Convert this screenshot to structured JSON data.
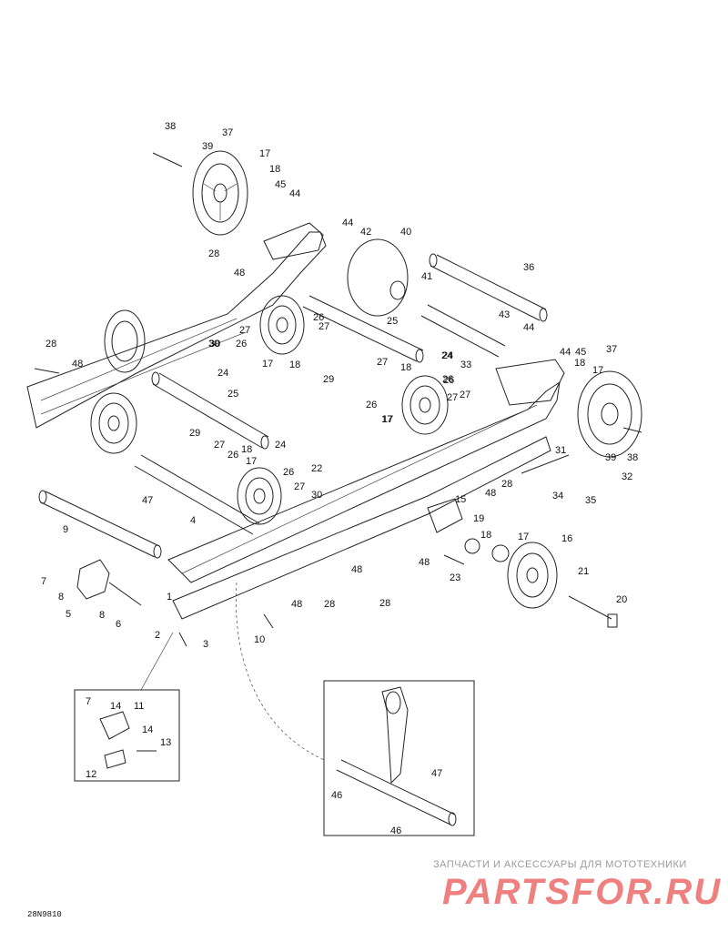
{
  "callouts": [
    "38",
    "37",
    "39",
    "17",
    "18",
    "45",
    "44",
    "44",
    "42",
    "40",
    "41",
    "36",
    "43",
    "44",
    "28",
    "48",
    "28",
    "48",
    "27",
    "26",
    "30",
    "24",
    "17",
    "18",
    "26",
    "27",
    "25",
    "29",
    "18",
    "27",
    "26",
    "17",
    "26",
    "24",
    "33",
    "44",
    "45",
    "37",
    "18",
    "17",
    "30",
    "27",
    "24",
    "17",
    "26",
    "27",
    "25",
    "29",
    "27",
    "18",
    "26",
    "17",
    "24",
    "22",
    "26",
    "27",
    "30",
    "31",
    "28",
    "48",
    "34",
    "35",
    "32",
    "38",
    "39",
    "47",
    "9",
    "4",
    "15",
    "19",
    "18",
    "17",
    "16",
    "21",
    "20",
    "7",
    "8",
    "5",
    "8",
    "6",
    "1",
    "2",
    "3",
    "10",
    "48",
    "28",
    "48",
    "48",
    "23",
    "28",
    "11",
    "7",
    "14",
    "14",
    "13",
    "12",
    "47",
    "46",
    "46"
  ],
  "watermark": {
    "caption": "ЗАПЧАСТИ И АКСЕССУАРЫ ДЛЯ МОТОТЕХНИКИ",
    "brand": "PARTSFOR.RU"
  },
  "drawing_code": "28N9810"
}
